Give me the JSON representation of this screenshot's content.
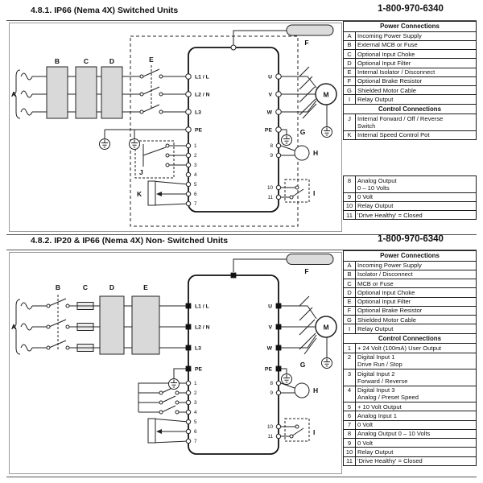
{
  "labels": {
    "A": "A",
    "B": "B",
    "C": "C",
    "D": "D",
    "E": "E",
    "F": "F",
    "G": "G",
    "H": "H",
    "I": "I",
    "J": "J",
    "K": "K",
    "M": "M"
  },
  "terminals": {
    "power_left": [
      "L1 / L",
      "L2 / N",
      "L3",
      "PE"
    ],
    "power_right": [
      "U",
      "V",
      "W",
      "PE"
    ],
    "ctrl_left": [
      "1",
      "2",
      "3",
      "4",
      "5",
      "6",
      "7"
    ],
    "ctrl_right": [
      "8",
      "9",
      "10",
      "11"
    ]
  },
  "section1": {
    "title": "4.8.1. IP66 (Nema 4X) Switched Units",
    "phone": "1-800-970-6340",
    "table": {
      "power_header": "Power Connections",
      "power_rows": [
        [
          "A",
          "Incoming Power Supply"
        ],
        [
          "B",
          "External MCB or Fuse"
        ],
        [
          "C",
          "Optional Input Choke"
        ],
        [
          "D",
          "Optional Input Filter"
        ],
        [
          "E",
          "Internal Isolator / Disconnect"
        ],
        [
          "F",
          "Optional Brake Resistor"
        ],
        [
          "G",
          "Shielded Motor Cable"
        ],
        [
          "I",
          "Relay Output"
        ]
      ],
      "control_header": "Control Connections",
      "control_rows": [
        [
          "J",
          "Internal Forward / Off / Reverse\nSwitch"
        ],
        [
          "K",
          "Internal Speed Control Pot"
        ]
      ]
    },
    "io_rows": [
      [
        "8",
        "Analog Output\n0 – 10 Volts"
      ],
      [
        "9",
        "0 Volt"
      ],
      [
        "10",
        "Relay Output"
      ],
      [
        "11",
        "'Drive Healthy' = Closed"
      ]
    ]
  },
  "section2": {
    "title": "4.8.2. IP20 & IP66 (Nema 4X) Non- Switched Units",
    "phone": "1-800-970-6340",
    "table": {
      "power_header": "Power Connections",
      "power_rows": [
        [
          "A",
          "Incoming Power Supply"
        ],
        [
          "B",
          "Isolator / Disconnect"
        ],
        [
          "C",
          "MCB or Fuse"
        ],
        [
          "D",
          "Optional Input Choke"
        ],
        [
          "E",
          "Optional Input Filter"
        ],
        [
          "F",
          "Optional Brake Resistor"
        ],
        [
          "G",
          "Shielded Motor Cable"
        ],
        [
          "I",
          "Relay Output"
        ]
      ],
      "control_header": "Control Connections",
      "control_rows": [
        [
          "1",
          "+ 24 Volt (100mA) User Output"
        ],
        [
          "2",
          "Digital Input 1\nDrive Run / Stop"
        ],
        [
          "3",
          "Digital Input 2\nForward / Reverse"
        ],
        [
          "4",
          "Digital Input 3\nAnalog / Preset Speed"
        ],
        [
          "5",
          "+ 10 Volt Output"
        ],
        [
          "6",
          "Analog Input 1"
        ],
        [
          "7",
          "0 Volt"
        ],
        [
          "8",
          "Analog Output 0 – 10 Volts"
        ],
        [
          "9",
          "0 Volt"
        ],
        [
          "10",
          "Relay Output"
        ],
        [
          "11",
          "'Drive Healthy' = Closed"
        ]
      ]
    }
  }
}
